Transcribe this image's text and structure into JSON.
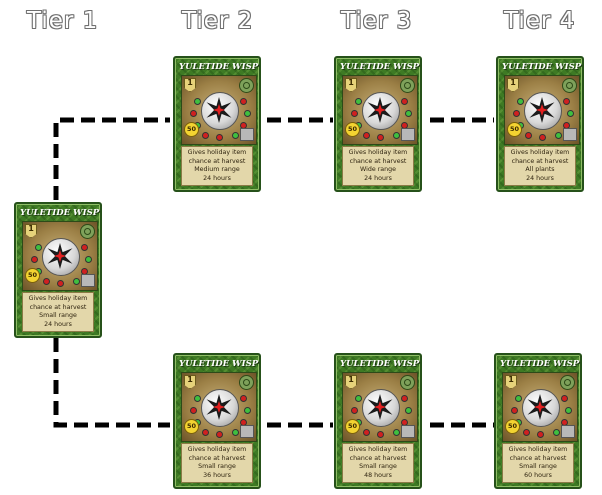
{
  "tiers": [
    "Tier 1",
    "Tier 2",
    "Tier 3",
    "Tier 4"
  ],
  "cards": [
    {
      "title": "YULETIDE WISP",
      "pips": "1",
      "cost": "50",
      "desc": [
        "Gives holiday item",
        "chance at harvest",
        "Small range",
        "24 hours"
      ]
    },
    {
      "title": "YULETIDE WISP",
      "pips": "1",
      "cost": "50",
      "desc": [
        "Gives holiday item",
        "chance at harvest",
        "Medium range",
        "24 hours"
      ]
    },
    {
      "title": "YULETIDE WISP",
      "pips": "1",
      "cost": "50",
      "desc": [
        "Gives holiday item",
        "chance at harvest",
        "Wide range",
        "24 hours"
      ]
    },
    {
      "title": "YULETIDE WISP",
      "pips": "1",
      "cost": "50",
      "desc": [
        "Gives holiday item",
        "chance at harvest",
        "All plants",
        "24 hours"
      ]
    },
    {
      "title": "YULETIDE WISP",
      "pips": "1",
      "cost": "50",
      "desc": [
        "Gives holiday item",
        "chance at harvest",
        "Small range",
        "36 hours"
      ]
    },
    {
      "title": "YULETIDE WISP",
      "pips": "1",
      "cost": "50",
      "desc": [
        "Gives holiday item",
        "chance at harvest",
        "Small range",
        "48 hours"
      ]
    },
    {
      "title": "YULETIDE WISP",
      "pips": "1",
      "cost": "50",
      "desc": [
        "Gives holiday item",
        "chance at harvest",
        "Small range",
        "60 hours"
      ]
    }
  ],
  "icons": {
    "school": "school-icon",
    "gear": "gear-icon",
    "wing": "wing-icon",
    "wisp": "wisp-icon"
  },
  "colors": {
    "card_green": "#3e7a24",
    "parchment": "#e3d7aa",
    "connector": "#000000",
    "tier_label": "#ffffff"
  }
}
